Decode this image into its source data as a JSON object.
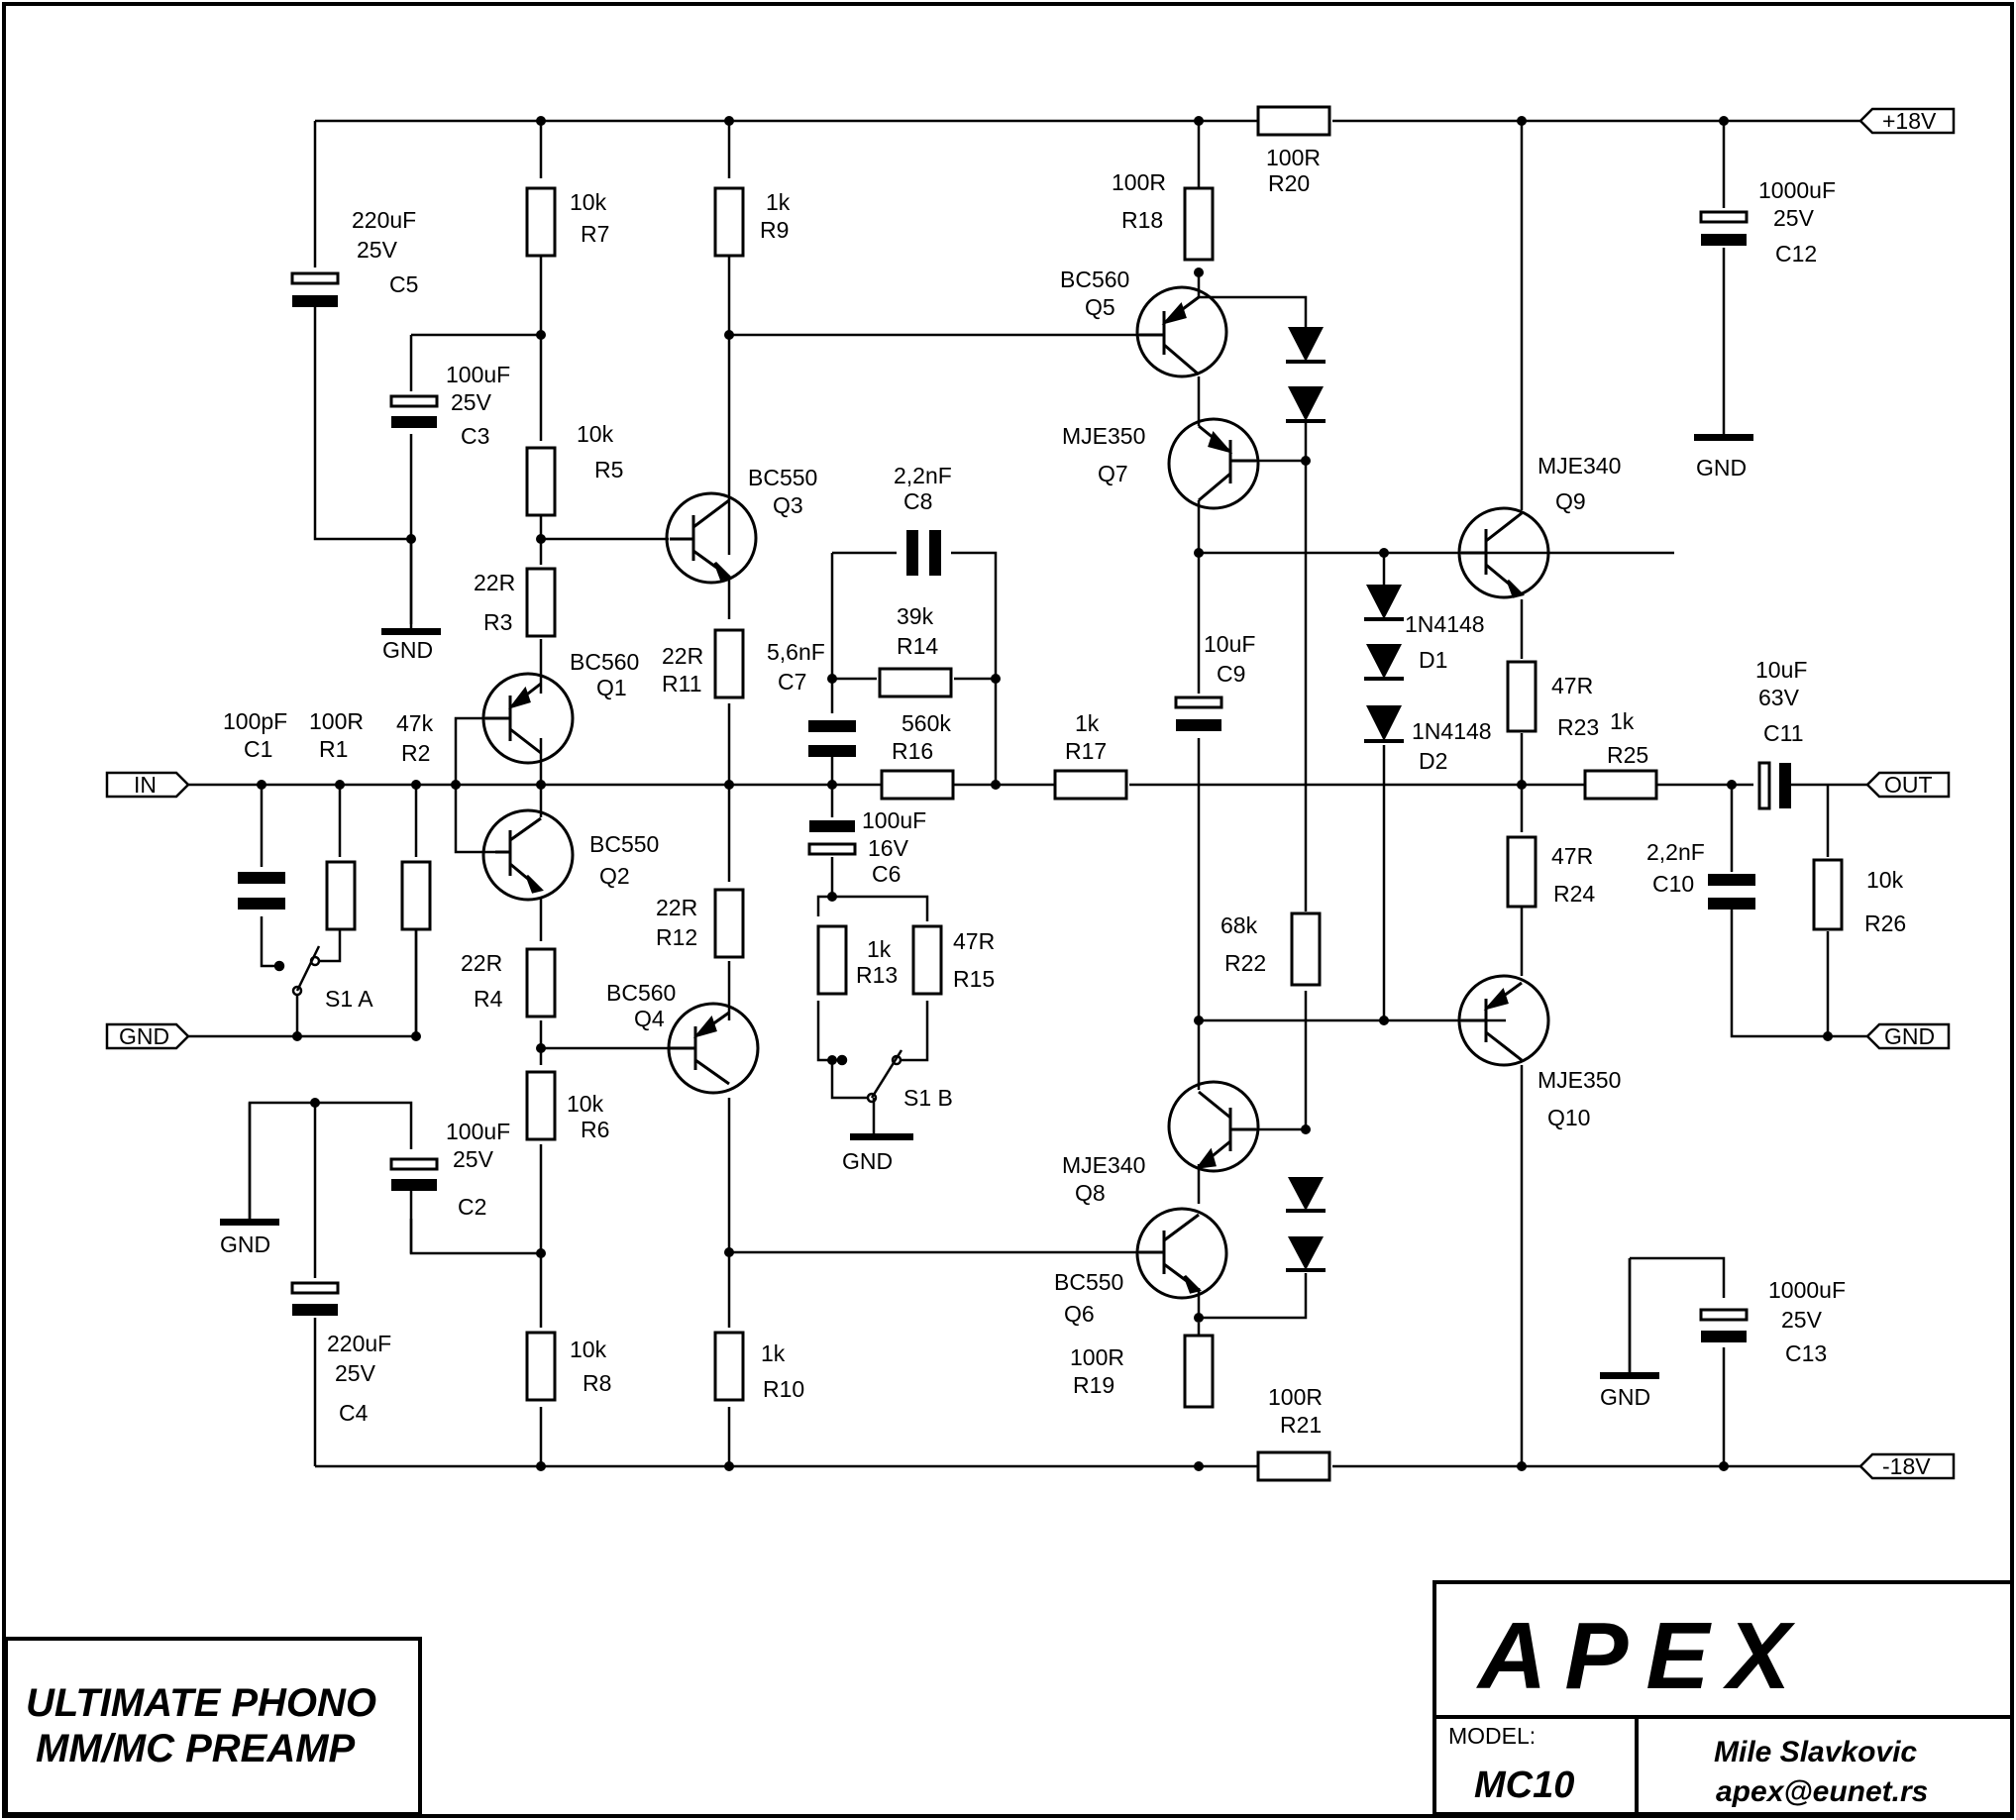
{
  "title": {
    "line1": "ULTIMATE PHONO",
    "line2": "MM/MC PREAMP"
  },
  "brand": {
    "logo": "APEX",
    "model_label": "MODEL:",
    "model": "MC10",
    "author": "Mile Slavkovic",
    "email": "apex@eunet.rs"
  },
  "ports": {
    "vplus": "+18V",
    "vminus": "-18V",
    "in": "IN",
    "out": "OUT",
    "gnd": "GND"
  },
  "labels": {
    "c5": [
      "220uF",
      "25V",
      "C5"
    ],
    "c3": [
      "100uF",
      "25V",
      "C3"
    ],
    "c12": [
      "1000uF",
      "25V",
      "C12"
    ],
    "c2": [
      "100uF",
      "25V",
      "C2"
    ],
    "c4": [
      "220uF",
      "25V",
      "C4"
    ],
    "c13": [
      "1000uF",
      "25V",
      "C13"
    ],
    "c8": [
      "2,2nF",
      "C8"
    ],
    "c7": [
      "5,6nF",
      "C7"
    ],
    "c6": [
      "100uF",
      "16V",
      "C6"
    ],
    "c9": [
      "10uF",
      "C9"
    ],
    "c11": [
      "10uF",
      "63V",
      "C11"
    ],
    "c10": [
      "2,2nF",
      "C10"
    ],
    "c1": [
      "100pF",
      "C1"
    ],
    "r1": [
      "100R",
      "R1"
    ],
    "r2": [
      "47k",
      "R2"
    ],
    "r3": [
      "22R",
      "R3"
    ],
    "r4": [
      "22R",
      "R4"
    ],
    "r5": [
      "10k",
      "R5"
    ],
    "r6": [
      "10k",
      "R6"
    ],
    "r7": [
      "10k",
      "R7"
    ],
    "r8": [
      "10k",
      "R8"
    ],
    "r9": [
      "1k",
      "R9"
    ],
    "r10": [
      "1k",
      "R10"
    ],
    "r11": [
      "22R",
      "R11"
    ],
    "r12": [
      "22R",
      "R12"
    ],
    "r13": [
      "1k",
      "R13"
    ],
    "r14": [
      "39k",
      "R14"
    ],
    "r15": [
      "47R",
      "R15"
    ],
    "r16": [
      "560k",
      "R16"
    ],
    "r17": [
      "1k",
      "R17"
    ],
    "r18": [
      "100R",
      "R18"
    ],
    "r19": [
      "100R",
      "R19"
    ],
    "r20": [
      "100R",
      "R20"
    ],
    "r21": [
      "100R",
      "R21"
    ],
    "r22": [
      "68k",
      "R22"
    ],
    "r23": [
      "47R",
      "R23"
    ],
    "r24": [
      "47R",
      "R24"
    ],
    "r25": [
      "1k",
      "R25"
    ],
    "r26": [
      "10k",
      "R26"
    ],
    "q1": [
      "BC560",
      "Q1"
    ],
    "q2": [
      "BC550",
      "Q2"
    ],
    "q3": [
      "BC550",
      "Q3"
    ],
    "q4": [
      "BC560",
      "Q4"
    ],
    "q5": [
      "BC560",
      "Q5"
    ],
    "q6": [
      "BC550",
      "Q6"
    ],
    "q7": [
      "MJE350",
      "Q7"
    ],
    "q8": [
      "MJE340",
      "Q8"
    ],
    "q9": [
      "MJE340",
      "Q9"
    ],
    "q10": [
      "MJE350",
      "Q10"
    ],
    "d1": [
      "1N4148",
      "D1"
    ],
    "d2": [
      "1N4148",
      "D2"
    ],
    "s1a": "S1 A",
    "s1b": "S1 B"
  }
}
